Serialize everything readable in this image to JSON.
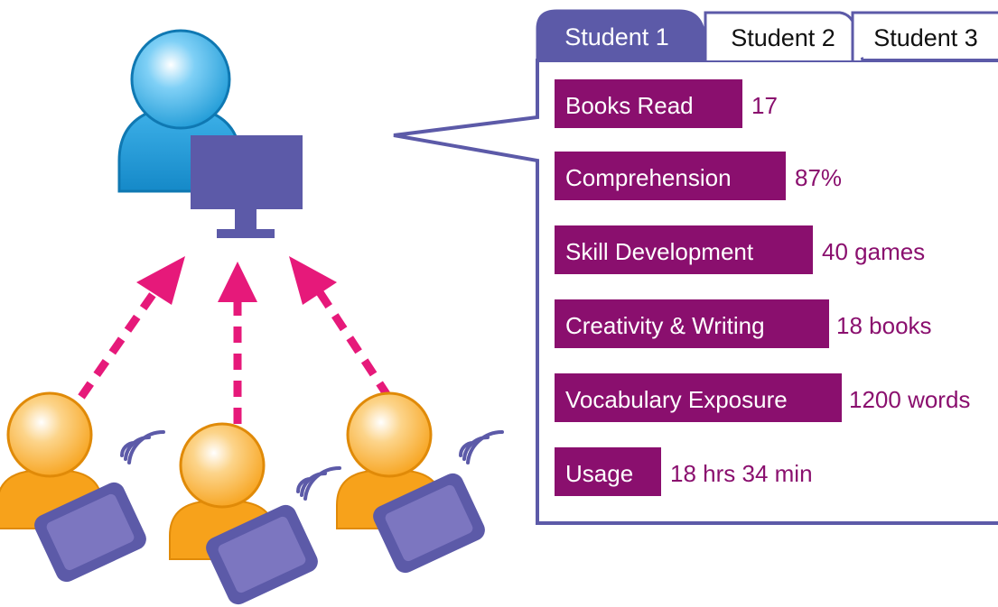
{
  "tabs": [
    {
      "label": "Student 1",
      "active": true
    },
    {
      "label": "Student 2",
      "active": false
    },
    {
      "label": "Student 3",
      "active": false
    }
  ],
  "metrics": [
    {
      "label": "Books Read",
      "value": "17"
    },
    {
      "label": "Comprehension",
      "value": "87%"
    },
    {
      "label": "Skill Development",
      "value": "40 games"
    },
    {
      "label": "Creativity & Writing",
      "value": "18 books"
    },
    {
      "label": "Vocabulary Exposure",
      "value": "1200 words"
    },
    {
      "label": "Usage",
      "value": "18 hrs 34 min"
    }
  ],
  "icons": {
    "teacher": "teacher-person-icon",
    "computer": "monitor-icon",
    "student": "student-person-icon",
    "tablet": "tablet-icon",
    "wifi": "wireless-signal-icon",
    "arrow": "dashed-arrow-icon"
  },
  "colors": {
    "accent_purple": "#5c5aa8",
    "label_bar": "#8a0f6e",
    "value_text": "#8a0f6e",
    "arrow_pink": "#e6197a",
    "teacher_blue": "#1e9ad6",
    "student_orange": "#f7a21b",
    "tablet_fill": "#7c76c0"
  }
}
